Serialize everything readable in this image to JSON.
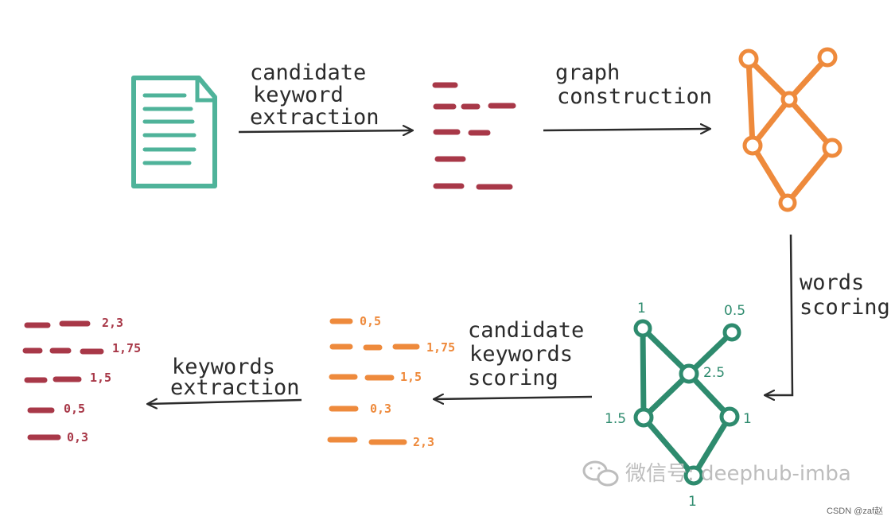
{
  "colors": {
    "document": "#4fb39a",
    "candidates": "#a83848",
    "graph": "#ee8a3c",
    "scored_graph": "#2e8b6e",
    "arrow": "#2b2b2b",
    "scored_candidates": "#ee8a3c",
    "keywords": "#a83848",
    "watermark": "#bdbdbd"
  },
  "steps": {
    "candidate_extraction": [
      "candidate",
      "keyword",
      "extraction"
    ],
    "graph_construction": [
      "graph",
      "construction"
    ],
    "words_scoring": [
      "words",
      "scoring"
    ],
    "candidate_keywords_scoring": [
      "candidate",
      "keywords",
      "scoring"
    ],
    "keywords_extraction": [
      "keywords",
      "extraction"
    ]
  },
  "node_scores": {
    "top_left": "1",
    "top_right": "0.5",
    "center": "2.5",
    "mid_left": "1.5",
    "mid_right": "1",
    "bottom": "1"
  },
  "candidate_scores": [
    "0,5",
    "1,75",
    "1,5",
    "0,3",
    "2,3"
  ],
  "keyword_scores": [
    "2,3",
    "1,75",
    "1,5",
    "0,5",
    "0,3"
  ],
  "watermark": {
    "icon": "wechat-icon",
    "text": "微信号: deephub-imba"
  },
  "credit": "CSDN @zaf赵"
}
